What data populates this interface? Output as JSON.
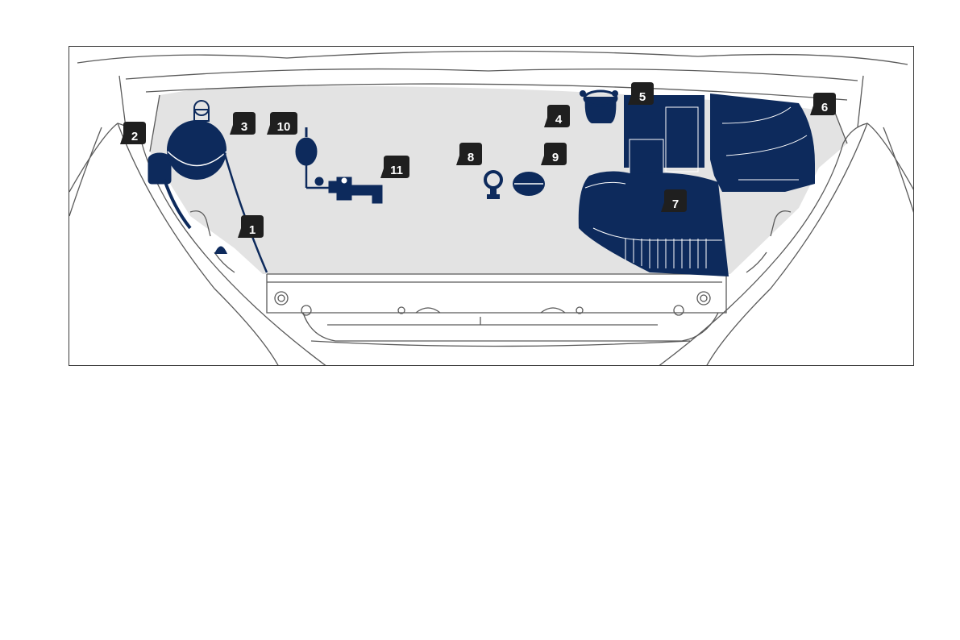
{
  "colors": {
    "part_fill": "#0d2a5c",
    "bay_fill": "#e3e3e3",
    "outline": "#5a5a5a",
    "callout_fill": "#1f1f1f",
    "callout_text": "#ffffff"
  },
  "callouts": [
    {
      "id": "1",
      "label": "1"
    },
    {
      "id": "2",
      "label": "2"
    },
    {
      "id": "3",
      "label": "3"
    },
    {
      "id": "4",
      "label": "4"
    },
    {
      "id": "5",
      "label": "5"
    },
    {
      "id": "6",
      "label": "6"
    },
    {
      "id": "7",
      "label": "7"
    },
    {
      "id": "8",
      "label": "8"
    },
    {
      "id": "9",
      "label": "9"
    },
    {
      "id": "10",
      "label": "10"
    },
    {
      "id": "11",
      "label": "11"
    }
  ]
}
